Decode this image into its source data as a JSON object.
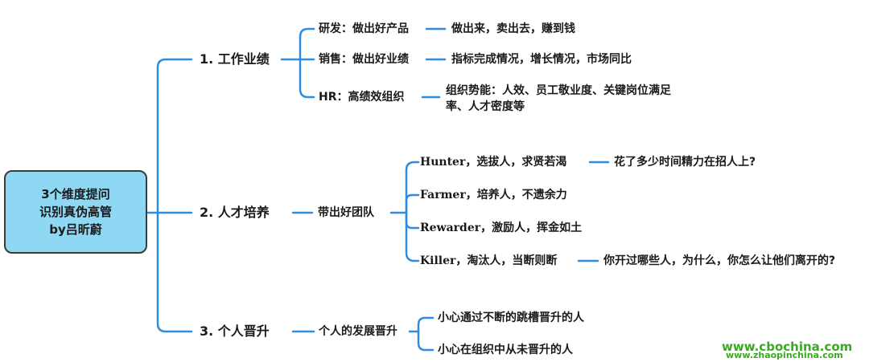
{
  "root": {
    "lines": [
      "3个维度提问",
      "识别真伪高管",
      "by吕昕蔚"
    ]
  },
  "branches": [
    {
      "label": "1. 工作业绩",
      "children": [
        {
          "label": "研发：做出好产品",
          "detail": "做出来，卖出去，赚到钱"
        },
        {
          "label": "销售：做出好业绩",
          "detail": "指标完成情况，增长情况，市场同比"
        },
        {
          "label": "HR：高绩效组织",
          "detail_lines": [
            "组织势能：人效、员工敬业度、关键岗位满足",
            "率、人才密度等"
          ]
        }
      ]
    },
    {
      "label": "2. 人才培养",
      "mid": "带出好团队",
      "children": [
        {
          "label": "Hunter，选拔人，求贤若渴",
          "detail": "花了多少时间精力在招人上?"
        },
        {
          "label": "Farmer，培养人，不遗余力"
        },
        {
          "label": "Rewarder，激励人，挥金如土"
        },
        {
          "label": "Killer，淘汰人，当断则断",
          "detail": "你开过哪些人，为什么，你怎么让他们离开的?"
        }
      ]
    },
    {
      "label": "3. 个人晋升",
      "mid": "个人的发展晋升",
      "children": [
        {
          "label": "小心通过不断的跳槽晋升的人"
        },
        {
          "label": "小心在组织中从未晋升的人"
        }
      ]
    }
  ],
  "watermark": {
    "line1": "www.cbochina.com",
    "line2": "www.zhaopinchina.com"
  },
  "colors": {
    "line": "#2f8de0",
    "root_fill": "#8fd8f4",
    "root_border": "#3a3a3a",
    "watermark": "#3aa824"
  }
}
